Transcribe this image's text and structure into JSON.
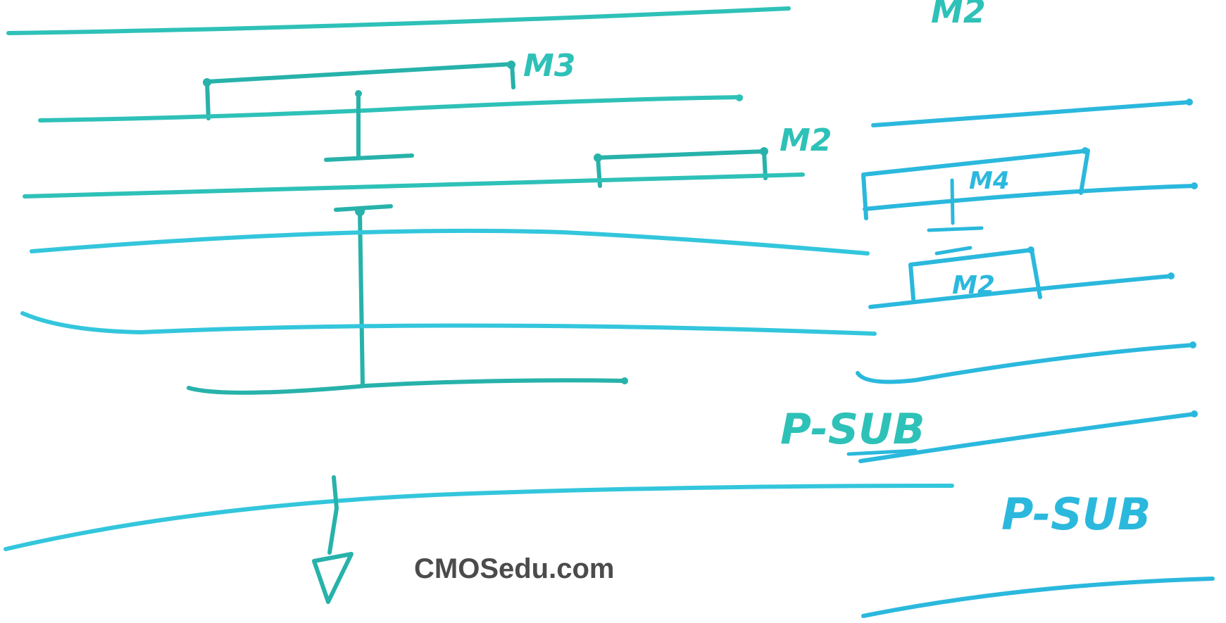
{
  "labels": {
    "m2_top": "M2",
    "m3": "M3",
    "m2_mid": "M2",
    "m4_right": "M4",
    "m2_right": "M2",
    "psub_left": "P-SUB",
    "psub_right": "P-SUB"
  },
  "watermark": "CMOSedu.com",
  "colors": {
    "ink_teal": "#2ec1b8",
    "ink_blue": "#2bb8dd",
    "watermark": "#4b4b4b"
  }
}
